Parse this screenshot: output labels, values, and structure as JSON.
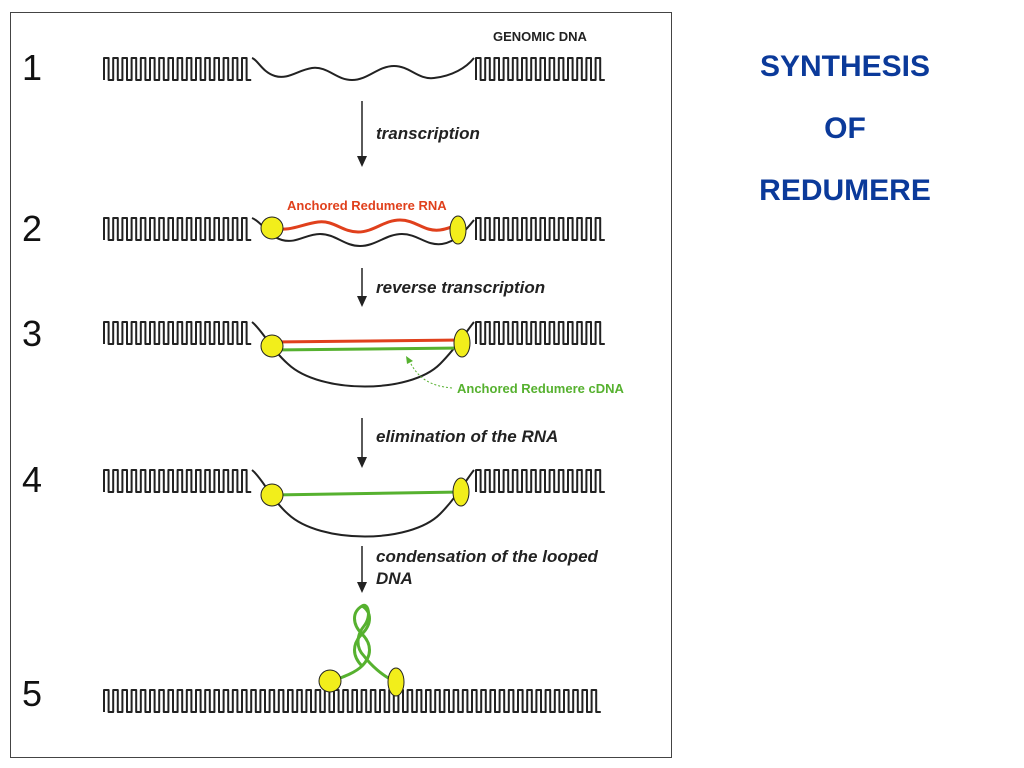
{
  "title": {
    "line1": "SYNTHESIS",
    "line2": "OF",
    "line3": "REDUMERE"
  },
  "steps": [
    "1",
    "2",
    "3",
    "4",
    "5"
  ],
  "labels": {
    "genomic_dna": "GENOMIC DNA",
    "anchored_rna": "Anchored Redumere RNA",
    "anchored_cdna": "Anchored Redumere cDNA"
  },
  "arrows": {
    "a1": "transcription",
    "a2": "reverse transcription",
    "a3": "elimination of the RNA",
    "a4_line1": "condensation of the looped",
    "a4_line2": "DNA"
  },
  "colors": {
    "rna": "#e0401c",
    "cdna": "#56b12f",
    "anchor": "#f2ee1b",
    "title": "#0b3a9a",
    "dna": "#222222"
  }
}
